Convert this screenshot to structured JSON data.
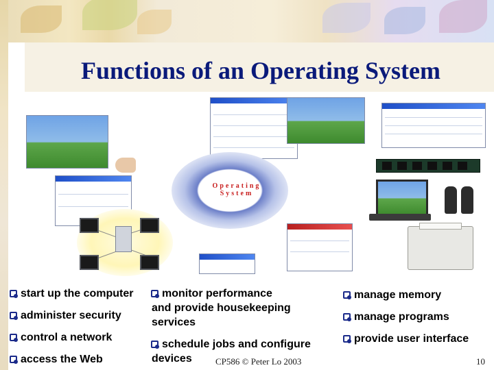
{
  "slide": {
    "title": "Functions of an Operating System",
    "center_graphic_label": [
      "Operating",
      "System"
    ],
    "bullets_col1": [
      "start up the computer",
      "administer security",
      "control a network",
      "access the Web"
    ],
    "bullets_col2": {
      "item1_lines": [
        "monitor performance",
        "and provide housekeeping",
        "services"
      ],
      "item2_prefix": "schedule jobs and configure",
      "item2_cont": "devices"
    },
    "bullets_col3": [
      "manage memory",
      "manage programs",
      "provide user interface"
    ],
    "footer": {
      "credit": "CP586 © Peter Lo 2003",
      "page_number": "10"
    }
  },
  "colors": {
    "title": "#0a1a7a",
    "bullet_marker": "#1a2a8a",
    "os_label": "#c81e1e"
  }
}
